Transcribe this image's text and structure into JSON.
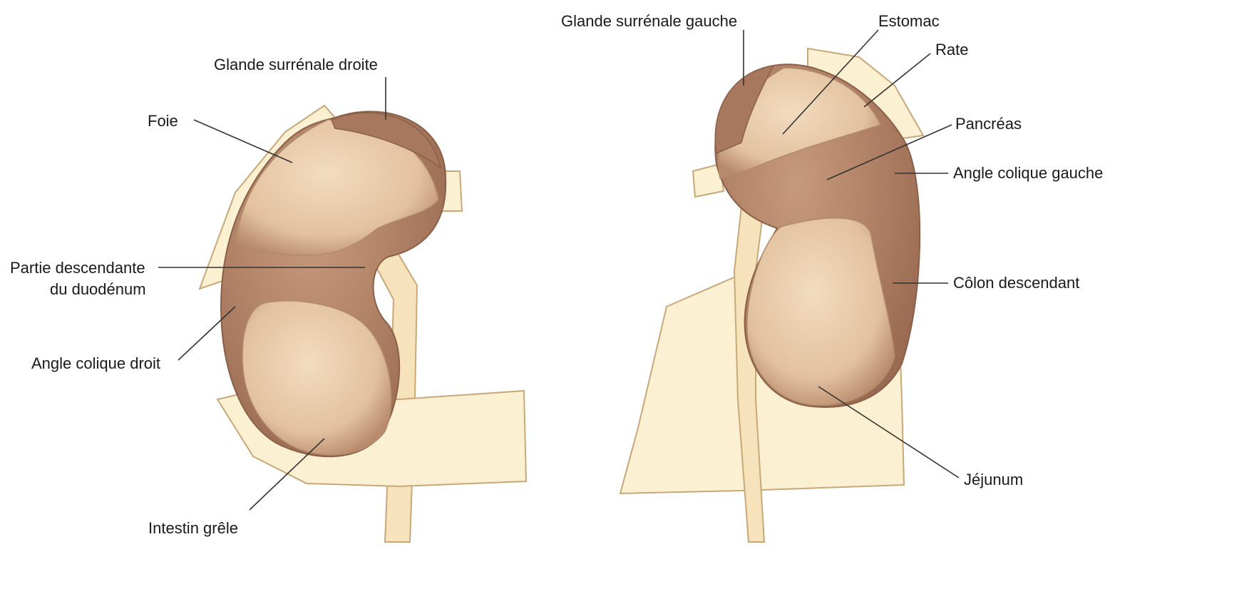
{
  "right_kidney": {
    "labels": {
      "adrenal": "Glande surrénale droite",
      "liver": "Foie",
      "duodenum_line1": "Partie descendante",
      "duodenum_line2": "du duodénum",
      "colic_angle": "Angle colique droit",
      "small_intestine": "Intestin grêle"
    }
  },
  "left_kidney": {
    "labels": {
      "adrenal": "Glande surrénale gauche",
      "stomach": "Estomac",
      "spleen": "Rate",
      "pancreas": "Pancréas",
      "colic_angle": "Angle colique gauche",
      "descending_colon": "Côlon descendant",
      "jejunum": "Jéjunum"
    }
  },
  "colors": {
    "kidney": "#e8cba8",
    "kidney_shade": "#a8785e",
    "organ_dark": "#b98b6e",
    "pale_region": "#fbf0d2",
    "pale_outline": "#c8a878",
    "leader": "#333333"
  }
}
